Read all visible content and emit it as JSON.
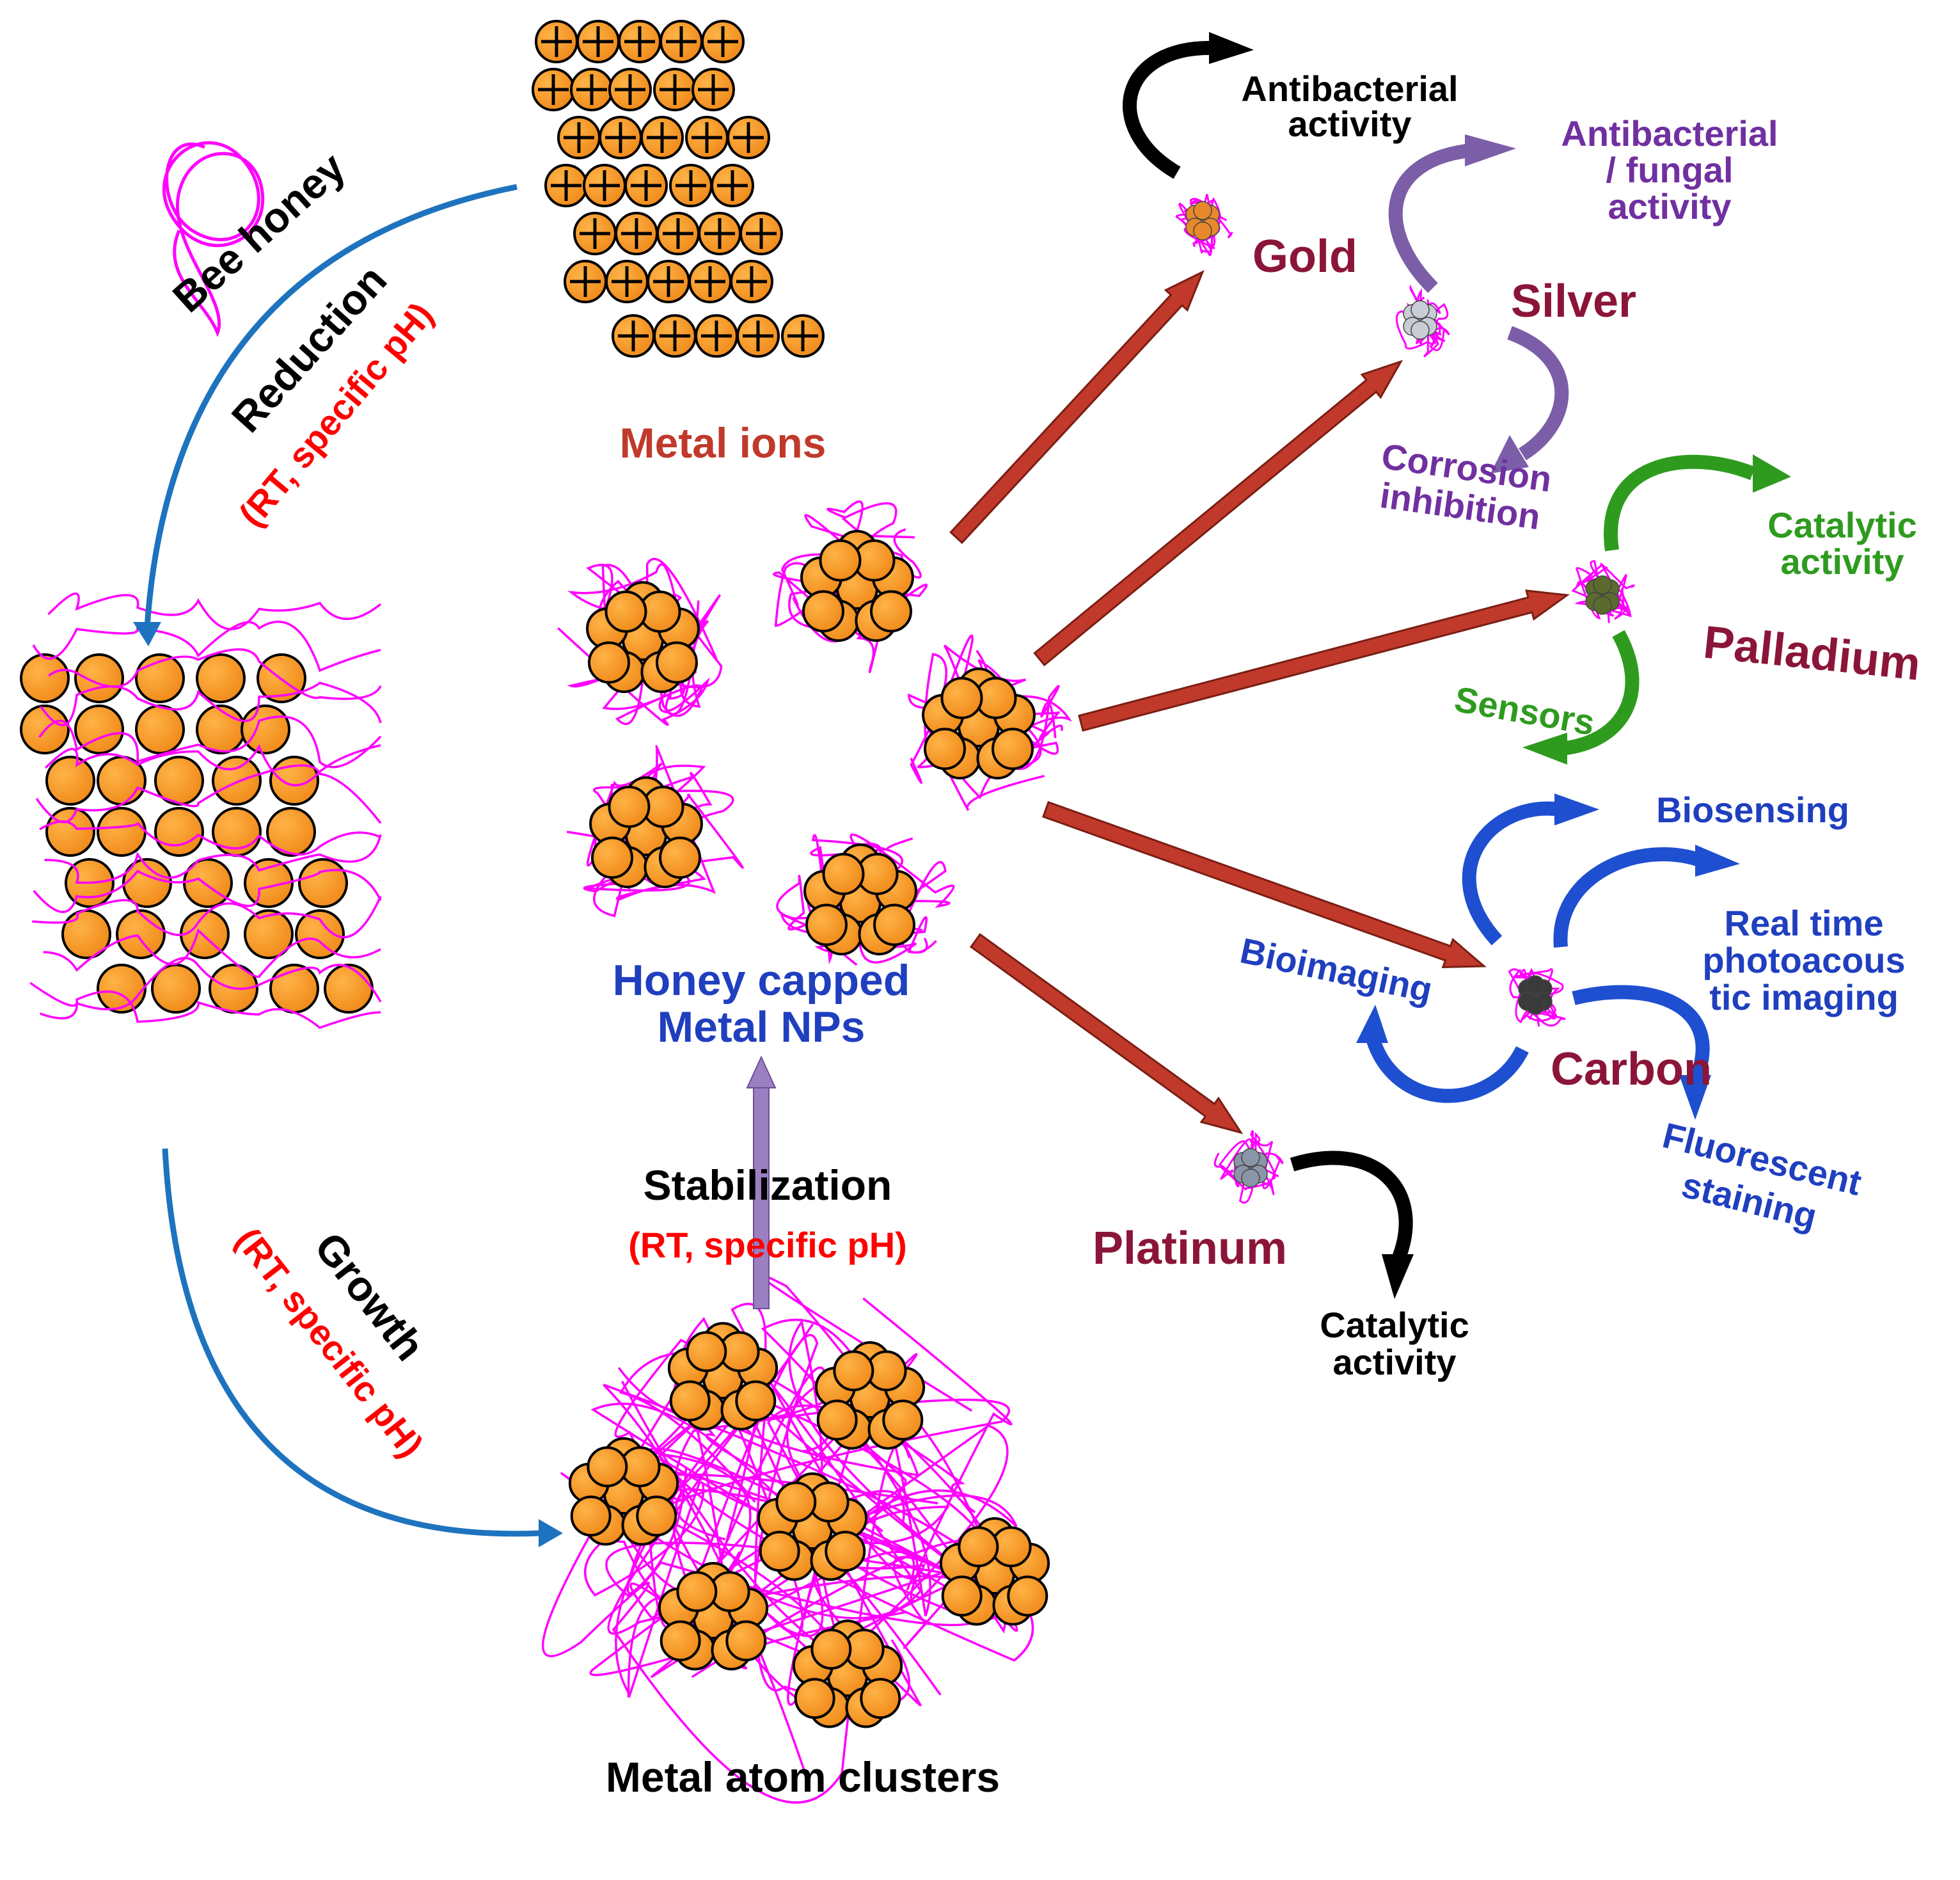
{
  "labels": {
    "metal_ions": "Metal ions",
    "bee_honey": "Bee honey",
    "reduction": "Reduction",
    "reduction_cond": "(RT, specific pH)",
    "growth": "Growth",
    "growth_cond": "(RT, specific pH)",
    "stabilization": "Stabilization",
    "stabilization_cond": "(RT, specific pH)",
    "honey_capped_line1": "Honey capped",
    "honey_capped_line2": "Metal NPs",
    "clusters": "Metal atom clusters"
  },
  "metals": {
    "gold": "Gold",
    "silver": "Silver",
    "palladium": "Palladium",
    "carbon": "Carbon",
    "platinum": "Platinum"
  },
  "applications": {
    "gold_app": [
      "Antibacterial",
      "activity"
    ],
    "silver_app1": [
      "Antibacterial",
      "/ fungal",
      "activity"
    ],
    "silver_app2": [
      "Corrosion",
      "inhibition"
    ],
    "pd_app1": [
      "Catalytic",
      "activity"
    ],
    "pd_app2": "Sensors",
    "carbon_app1": "Biosensing",
    "carbon_app2": [
      "Real time",
      "photoacous",
      "tic imaging"
    ],
    "carbon_app3": "Bioimaging",
    "carbon_app4": [
      "Fluorescent",
      "staining"
    ],
    "pt_app": [
      "Catalytic",
      "activity"
    ]
  },
  "colors": {
    "particle": "#F7941D",
    "honey": "#FF00FF",
    "flow_arrow": "#1E73BE",
    "red_arrow": "#C0392B",
    "metal_name": "#8B1538",
    "condition": "#FF0000",
    "nps_label": "#1F3FBF",
    "silver_app": "#7030A0",
    "pd_app": "#2E9B1F",
    "carbon_app": "#1F3FBF",
    "gold_np": "#E8892C",
    "silver_np": "#C8CCD4",
    "pd_np": "#5B6B2E",
    "carbon_np": "#3A3A3A",
    "pt_np": "#8A95A8"
  }
}
